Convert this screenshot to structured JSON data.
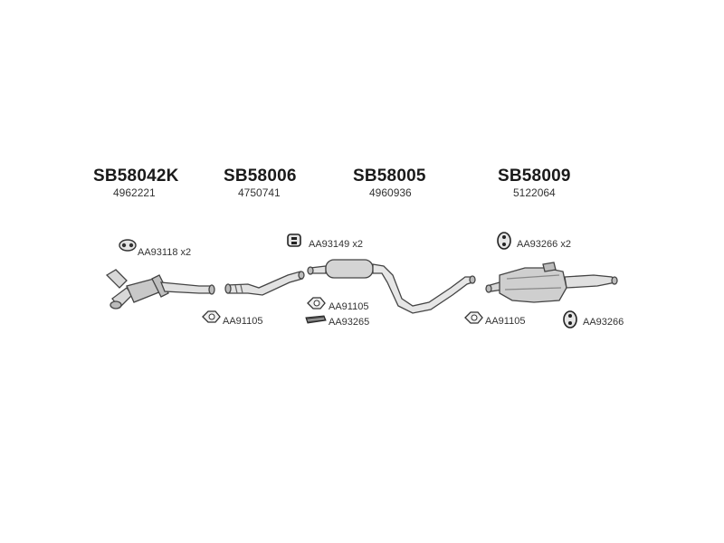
{
  "parts": [
    {
      "code": "SB58042K",
      "number": "4962221"
    },
    {
      "code": "SB58006",
      "number": "4750741"
    },
    {
      "code": "SB58005",
      "number": "4960936"
    },
    {
      "code": "SB58009",
      "number": "5122064"
    }
  ],
  "accessories": {
    "a1": "AA93118 x2",
    "a2": "AA91105",
    "a3": "AA93149 x2",
    "a4": "AA91105",
    "a5": "AA93265",
    "a6": "AA93266 x2",
    "a7": "AA91105",
    "a8": "AA93266"
  },
  "colors": {
    "line": "#444444",
    "fill_light": "#d9d9d9",
    "fill_mid": "#bdbdbd"
  }
}
